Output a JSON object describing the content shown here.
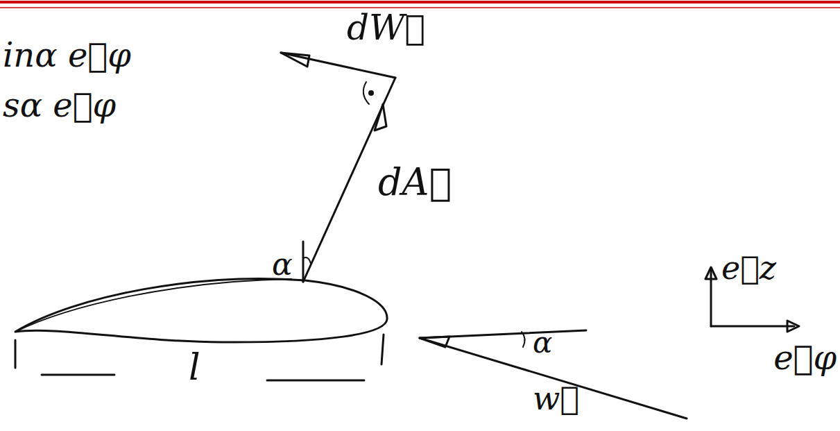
{
  "diagram": {
    "labels": [
      "inα e⃗φ",
      "sα e⃗φ",
      "dW⃗",
      "dA⃗",
      "α",
      "l",
      "α",
      "w⃗",
      "e⃗z",
      "e⃗φ"
    ]
  }
}
